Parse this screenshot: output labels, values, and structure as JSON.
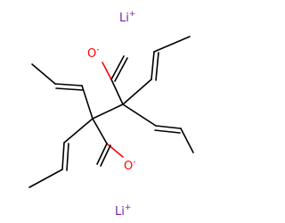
{
  "molecule": {
    "atoms": {
      "li_top": {
        "symbol": "Li",
        "charge": "+"
      },
      "li_bottom": {
        "symbol": "Li",
        "charge": "+"
      },
      "o_top": {
        "symbol": "O",
        "charge": "-"
      },
      "o_bottom": {
        "symbol": "O",
        "charge": "-"
      }
    },
    "colors": {
      "bond": "#000000",
      "oxygen": "#ff0000",
      "lithium": "#7a1fa2"
    }
  }
}
